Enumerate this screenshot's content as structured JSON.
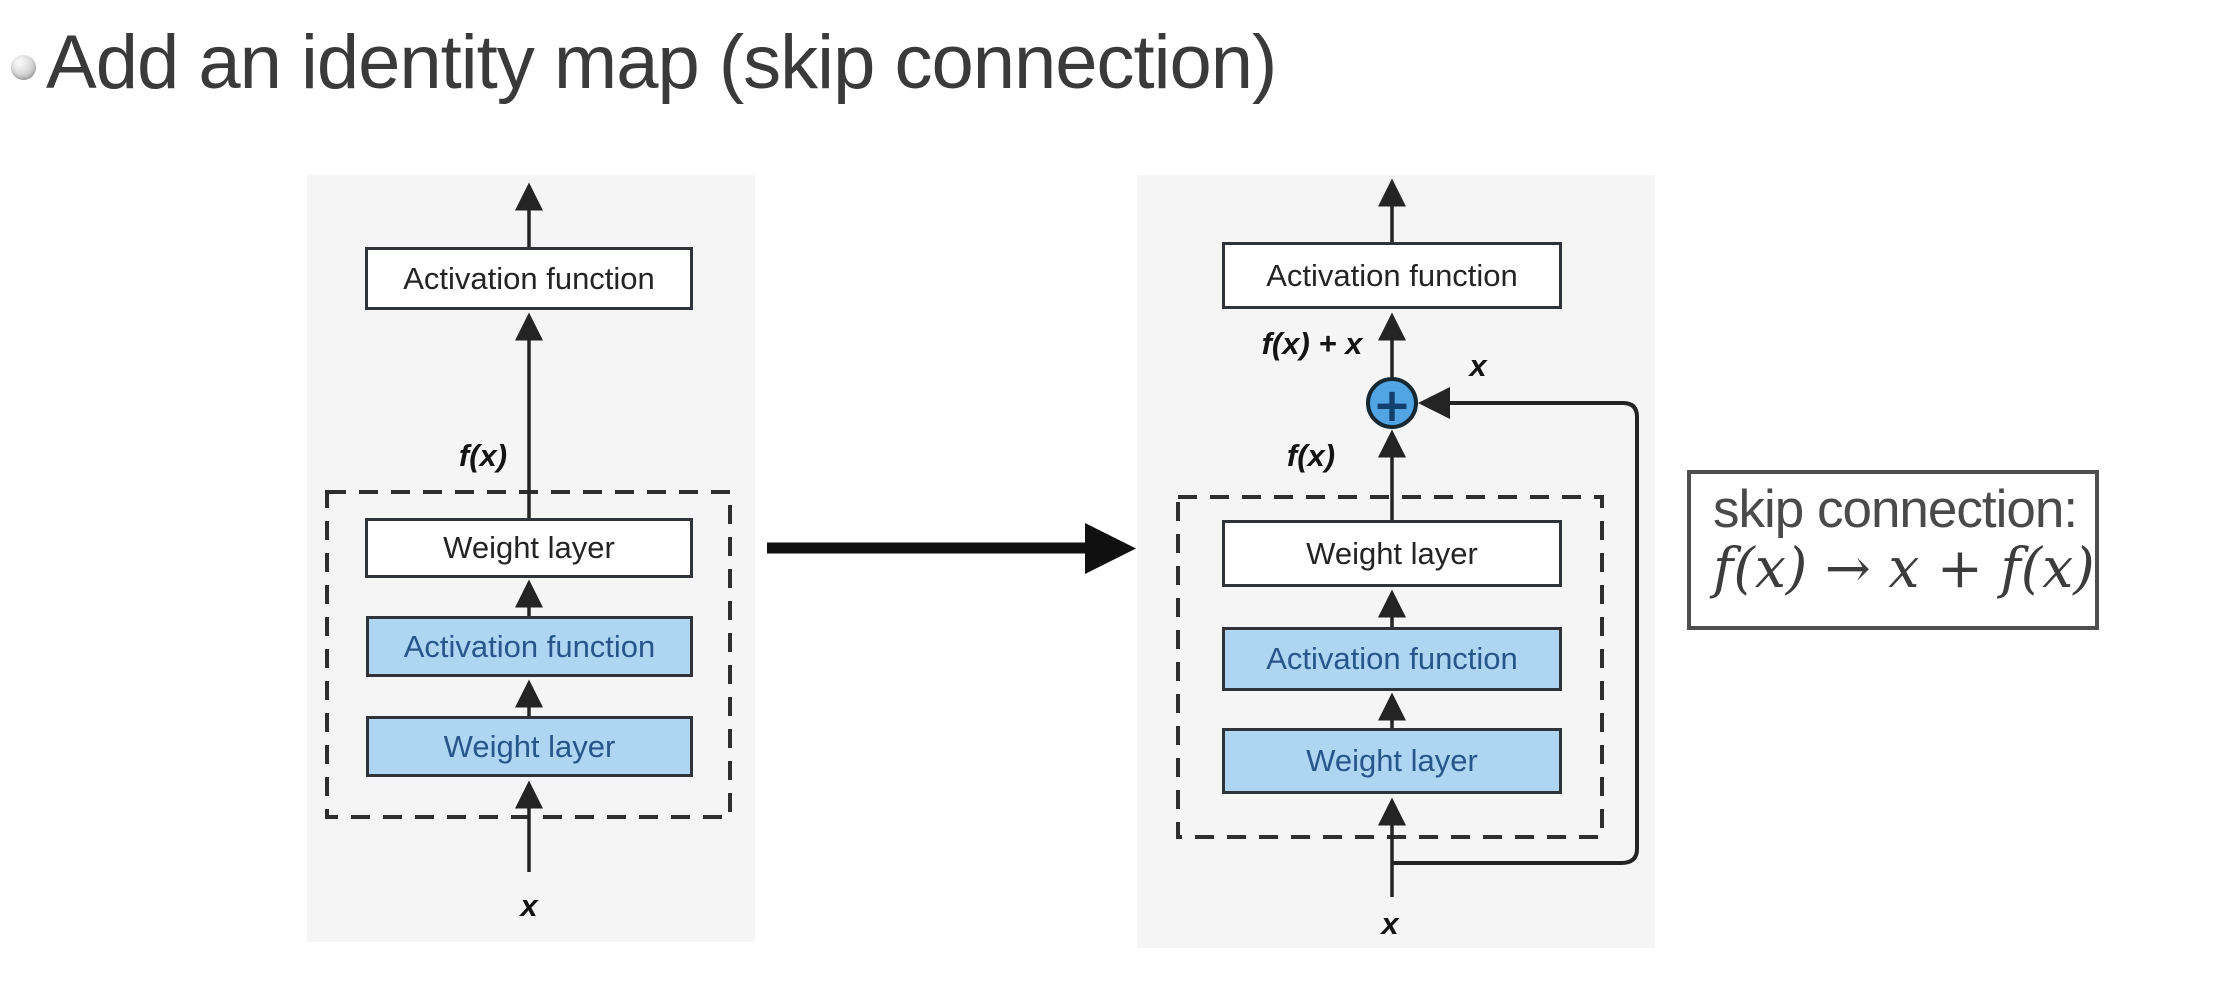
{
  "title": {
    "text": "Add an identity map (skip connection)"
  },
  "left_diagram": {
    "top_box_label": "Activation function",
    "fx_label": "f(x)",
    "boxes": [
      {
        "label": "Weight layer",
        "style": "white"
      },
      {
        "label": "Activation function",
        "style": "blue"
      },
      {
        "label": "Weight layer",
        "style": "blue"
      }
    ],
    "input_label": "x"
  },
  "right_diagram": {
    "top_box_label": "Activation function",
    "sum_label": "f(x) + x",
    "skip_label": "x",
    "plus_symbol": "+",
    "fx_label": "f(x)",
    "boxes": [
      {
        "label": "Weight layer",
        "style": "white"
      },
      {
        "label": "Activation function",
        "style": "blue"
      },
      {
        "label": "Weight layer",
        "style": "blue"
      }
    ],
    "input_label": "x"
  },
  "note": {
    "line1": "skip connection:",
    "line2": "f(x) → x + f(x)"
  },
  "colors": {
    "panel_bg": "#f4f5f4",
    "blue_box_fill": "#aed5f2",
    "blue_box_text": "#29568a",
    "plus_circle_fill": "#51a5e4",
    "line_color": "#242424",
    "note_border": "#4e4e4e"
  }
}
